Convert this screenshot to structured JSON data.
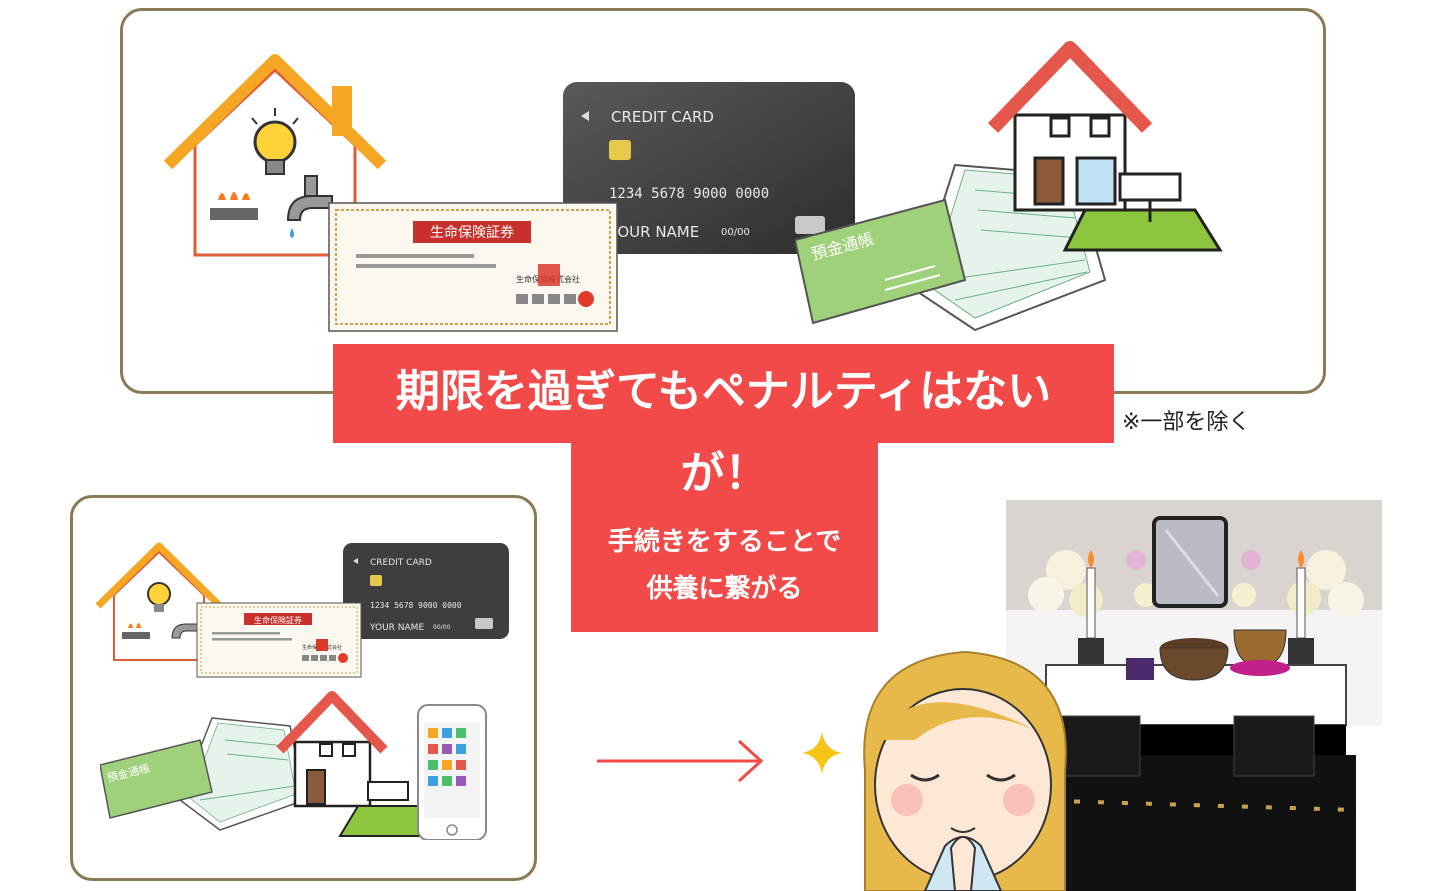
{
  "headline": {
    "line1": "期限を過ぎてもペナルティはない",
    "line2": "が！",
    "sub1": "手続きをすることで",
    "sub2": "供養に繋がる"
  },
  "note": "※一部を除く",
  "credit_card": {
    "title": "CREDIT CARD",
    "number": "1234  5678  9000  0000",
    "name": "YOUR  NAME",
    "expiry": "00/00"
  },
  "insurance_card": {
    "title": "生命保険証券",
    "company": "生命保険株式会社"
  },
  "bankbook": {
    "label": "預金通帳"
  },
  "colors": {
    "frame": "#8a7a55",
    "banner": "#f24a48",
    "arrow": "#f24a48",
    "house_roof": "#f5a623",
    "sparkle": "#f5c518"
  }
}
